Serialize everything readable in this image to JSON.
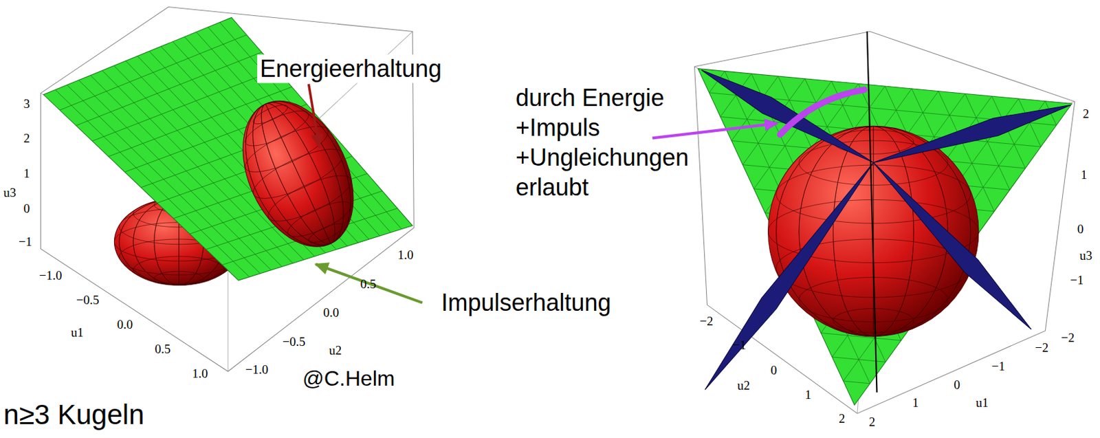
{
  "diagram": {
    "labels": [
      "Energieerhaltung",
      "Impulserhaltung",
      "durch Energie +Impuls +Ungleichungen erlaubt",
      "@C.Helm",
      "n≥3 Kugeln",
      "3",
      "2",
      "1",
      "0",
      "−1",
      "u3",
      "−1.0",
      "−0.5",
      "0.0",
      "0.5",
      "1.0",
      "u1",
      "1.0",
      "0.5",
      "0.0",
      "−0.5",
      "−1.0",
      "u2",
      "2",
      "1",
      "0",
      "−1",
      "−2",
      "u3",
      "−2",
      "−1",
      "0",
      "1",
      "2",
      "u2",
      "2",
      "1",
      "0",
      "−1",
      "−2",
      "u1"
    ]
  }
}
